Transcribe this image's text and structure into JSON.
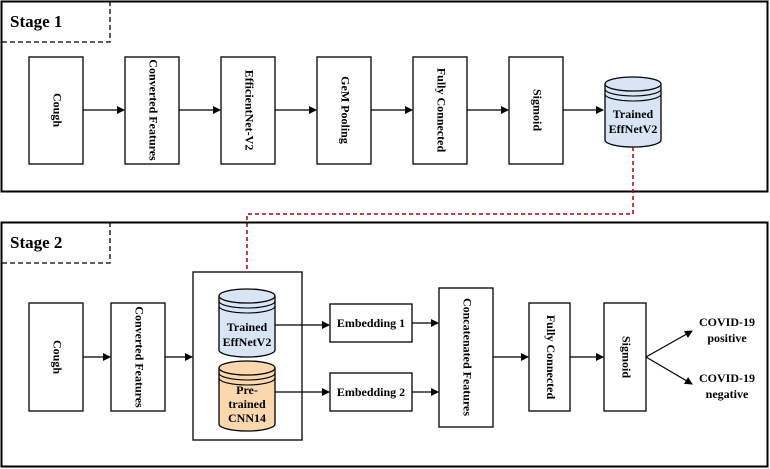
{
  "stage1": {
    "title": "Stage 1",
    "boxes": [
      "Cough",
      "Converted Features",
      "EfficientNet-V2",
      "GeM Pooling",
      "Fully Connected",
      "Sigmoid"
    ],
    "db": [
      "Trained",
      "EffNetV2"
    ]
  },
  "stage2": {
    "title": "Stage 2",
    "boxes": [
      "Cough",
      "Converted Features"
    ],
    "db1": [
      "Trained",
      "EffNetV2"
    ],
    "db2": [
      "Pre-",
      "trained",
      "CNN14"
    ],
    "embedding1": "Embedding 1",
    "embedding2": "Embedding 2",
    "concat": "Concatenated Features",
    "fc": "Fully Connected",
    "sigmoid": "Sigmoid",
    "out1": [
      "COVID-19",
      "positive"
    ],
    "out2": [
      "COVID-19",
      "negative"
    ]
  },
  "colors": {
    "db_blue": "#d7e5f5",
    "db_orange": "#fad7ac",
    "link_red": "#b20000"
  }
}
